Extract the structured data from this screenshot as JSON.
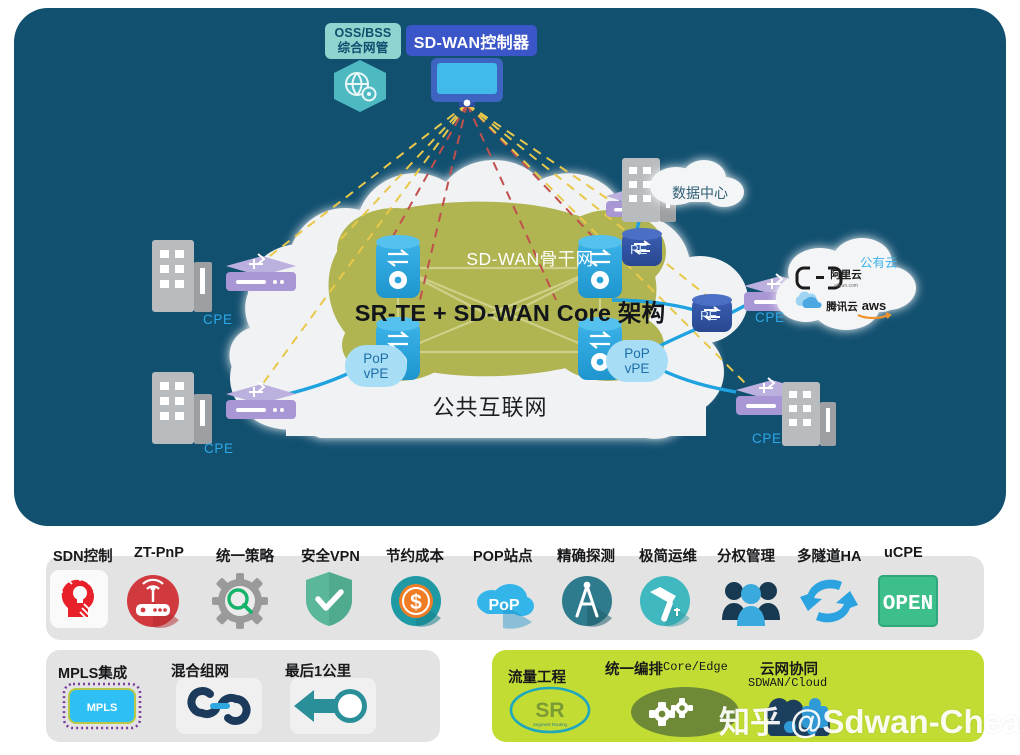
{
  "diagram": {
    "title_core": "SR-TE + SD-WAN Core 架构",
    "backbone_label": "SD-WAN骨干网",
    "public_internet_label": "公共互联网",
    "controller_tag": "SD-WAN控制器",
    "oss_tag_line1": "OSS/BSS",
    "oss_tag_line2": "综合网管",
    "datacenter_label": "数据中心",
    "public_cloud_label": "公有云",
    "cpe_labels": [
      "CPE",
      "CPE",
      "CPE",
      "CPE"
    ],
    "pe_labels": [
      "PE",
      "PE"
    ],
    "pop_nodes": [
      {
        "line1": "PoP",
        "line2": "vPE"
      },
      {
        "line1": "PoP",
        "line2": "vPE"
      }
    ],
    "cloud_logos": [
      {
        "name": "阿里云",
        "sub": "aliyun.com"
      },
      {
        "name": "腾讯云",
        "sub": ""
      },
      {
        "name": "aws",
        "sub": ""
      }
    ],
    "colors": {
      "panel_bg": "#125070",
      "backbone_green": "#b0b451",
      "cloud_white": "#f1f2f4",
      "node_blue": "#29a3dc",
      "pe_blue": "#2f4f9e",
      "cpe_purple": "#ab9ed4",
      "link_blue": "#1fa2e0",
      "dash_yellow": "#e8c84a",
      "dash_red": "#c0504d",
      "accent_green": "#c2dc34"
    }
  },
  "features": {
    "items": [
      {
        "label": "SDN控制",
        "icon": "head-lightbulb-icon"
      },
      {
        "label": "ZT-PnP",
        "icon": "router-wireless-icon"
      },
      {
        "label": "统一策略",
        "icon": "gear-search-icon"
      },
      {
        "label": "安全VPN",
        "icon": "shield-check-icon"
      },
      {
        "label": "节约成本",
        "icon": "dollar-coin-icon"
      },
      {
        "label": "POP站点",
        "icon": "pop-cloud-icon"
      },
      {
        "label": "精确探测",
        "icon": "compass-divider-icon"
      },
      {
        "label": "极简运维",
        "icon": "hammer-icon"
      },
      {
        "label": "分权管理",
        "icon": "people-group-icon"
      },
      {
        "label": "多隧道HA",
        "icon": "sync-arrows-icon"
      },
      {
        "label": "uCPE",
        "icon": "open-badge-icon"
      }
    ]
  },
  "panel_left": {
    "items": [
      {
        "label": "MPLS集成",
        "icon": "mpls-chip-icon",
        "icon_text": "MPLS"
      },
      {
        "label": "混合组网",
        "icon": "chain-link-icon",
        "icon_text": ""
      },
      {
        "label": "最后1公里",
        "icon": "arrow-loop-icon",
        "icon_text": ""
      }
    ]
  },
  "panel_right": {
    "items": [
      {
        "label": "流量工程",
        "icon": "sr-ellipse-icon",
        "icon_text": "SR",
        "sub": ""
      },
      {
        "label": "统一编排",
        "icon": "gears-icon",
        "icon_text": "",
        "sub": "Core/Edge"
      },
      {
        "label": "云网协同",
        "icon": "cloud-puzzle-icon",
        "icon_text": "",
        "sub": "SDWAN/Cloud"
      }
    ]
  },
  "watermark": {
    "zhihu": "知乎",
    "handle": "@Sdwan-Cheap"
  }
}
